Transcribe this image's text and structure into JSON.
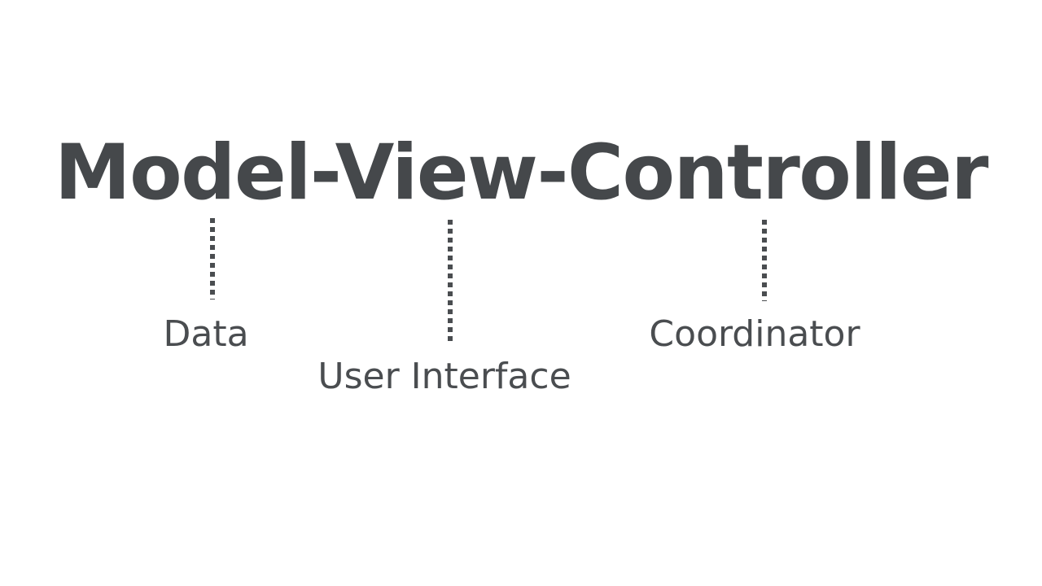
{
  "slide": {
    "background_color": "#ffffff",
    "text_color": "#45484b",
    "accent_color": "#4a4d50",
    "title": "Model-View-Controller",
    "annotations": [
      {
        "id": "model",
        "term": "Model",
        "label": "Data",
        "connector": "dotted-vertical-line"
      },
      {
        "id": "view",
        "term": "View",
        "label": "User Interface",
        "connector": "dotted-vertical-line"
      },
      {
        "id": "controller",
        "term": "Controller",
        "label": "Coordinator",
        "connector": "dotted-vertical-line"
      }
    ]
  }
}
